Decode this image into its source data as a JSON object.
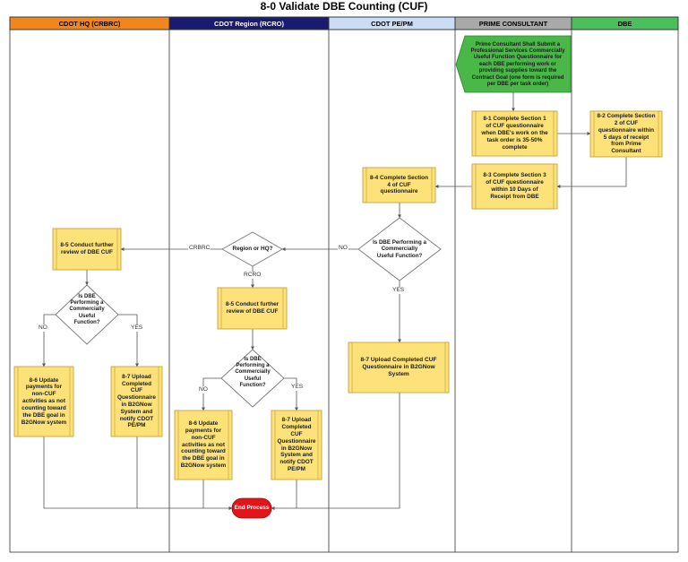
{
  "title": "8-0  Validate DBE Counting (CUF)",
  "colors": {
    "hq": "#f2861e",
    "region": "#1a1a6e",
    "pepm": "#c9def4",
    "prime": "#a9a9a9",
    "dbe": "#4bbf5a",
    "process": "#fde27a",
    "process_border": "#c9a23a",
    "start": "#49b848",
    "end": "#e0161b"
  },
  "lanes": [
    {
      "label": "CDOT HQ (CRBRC)"
    },
    {
      "label": "CDOT Region (RCRO)"
    },
    {
      "label": "CDOT PE/PM"
    },
    {
      "label": "PRIME CONSULTANT"
    },
    {
      "label": "DBE"
    }
  ],
  "nodes": {
    "start": "Prime Consultant Shall Submit a Professional Services Commercially Useful Function Questionnaire for each DBE performing work or providing supplies toward the Contract Goal (one form is required per DBE per task order)",
    "n81": "8-1 Complete Section 1 of CUF questionnaire when DBE's work on the task order is 35-50% complete",
    "n82": "8-2 Complete Section 2 of CUF questionnaire within 5 days of receipt from Prime Consultant",
    "n83": "8-3 Complete Section 3 of CUF questionnaire within 10 Days of Receipt from DBE",
    "n84": "8-4 Complete Section 4 of CUF questionnaire",
    "d_pepm": "Is DBE Performing a Commercially Useful Function?",
    "d_region": "Region or HQ?",
    "n85_hq": "8-5 Conduct further review of DBE CUF",
    "n85_rc": "8-5 Conduct further review of DBE CUF",
    "d_hq": "Is DBE Performing a Commercially Useful Function?",
    "d_rc": "Is DBE Performing a Commercially Useful Function?",
    "n86_hq": "8-6 Update payments for non-CUF activities as not counting toward the DBE goal in B2GNow system",
    "n87_hq": "8-7 Upload Completed CUF Questionnaire in B2GNow System and notify CDOT PE/PM",
    "n86_rc": "8-6 Update payments for non-CUF activities as not counting toward the DBE goal in B2GNow system",
    "n87_rc": "8-7 Upload Completed CUF Questionnaire in B2GNow System and notify CDOT PE/PM",
    "n87_pepm": "8-7 Upload Completed CUF Questionnaire in B2GNow System",
    "end": "End Process"
  },
  "edge_labels": {
    "no_pepm": "NO",
    "yes_pepm": "YES",
    "crbrc": "CRBRC",
    "rcro": "RCRO",
    "no_hq": "NO",
    "yes_hq": "YES",
    "no_rc": "NO",
    "yes_rc": "YES"
  }
}
